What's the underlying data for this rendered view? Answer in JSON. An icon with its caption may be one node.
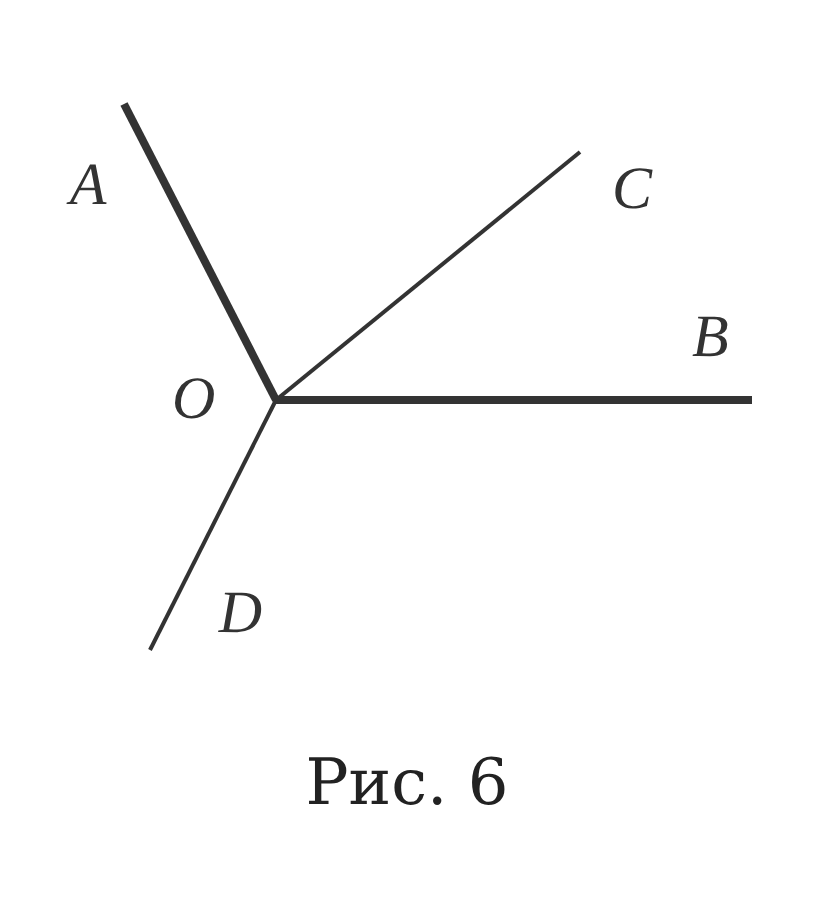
{
  "diagram": {
    "caption": "Рис. 6",
    "nodes": [
      {
        "text": [
          "O"
        ]
      },
      {
        "text": [
          "A"
        ]
      },
      {
        "text": [
          "C"
        ]
      },
      {
        "text": [
          "B"
        ]
      },
      {
        "text": [
          "D"
        ]
      }
    ],
    "edges": [
      {
        "from": 0,
        "to": 1,
        "arrow": "none",
        "style": "thick"
      },
      {
        "from": 0,
        "to": 2,
        "arrow": "none"
      },
      {
        "from": 0,
        "to": 3,
        "arrow": "none",
        "style": "thick"
      },
      {
        "from": 0,
        "to": 4,
        "arrow": "none"
      }
    ]
  }
}
